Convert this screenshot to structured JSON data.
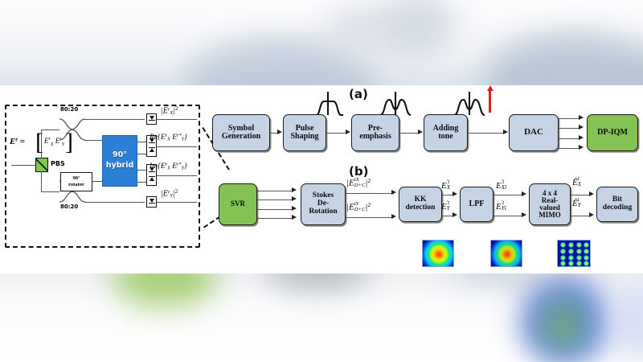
{
  "figure": {
    "panel_a_label": "(a)",
    "panel_b_label": "(b)"
  },
  "receiver_frontend": {
    "input_symbol": "E",
    "input_sup": "r",
    "vector_top": "E",
    "vector_top_sub": "X",
    "vector_top_sup": "r",
    "vector_bot": "E",
    "vector_bot_sub": "Y",
    "vector_bot_sup": "r",
    "pbs_label": "PBS",
    "rotator_line1": "90",
    "rotator_line2": "rotator",
    "hybrid_line1": "90",
    "hybrid_line2": "hybrid",
    "coupler_top_label": "80:20",
    "coupler_bottom_label": "80:20",
    "outputs": [
      "|E rX|2",
      "Re{E rX E rY*}",
      "Im{E rX E rY*}",
      "|E rY|2"
    ]
  },
  "transmitter_chain": {
    "blocks": [
      {
        "id": "symbol-generation",
        "line1": "Symbol",
        "line2": "Generation",
        "color": "blue"
      },
      {
        "id": "pulse-shaping",
        "line1": "Pulse",
        "line2": "Shaping",
        "color": "blue"
      },
      {
        "id": "pre-emphasis",
        "line1": "Pre-",
        "line2": "emphasis",
        "color": "blue"
      },
      {
        "id": "adding-tone",
        "line1": "Adding",
        "line2": "tone",
        "color": "blue"
      },
      {
        "id": "dac",
        "line1": "DAC",
        "line2": "",
        "color": "blue"
      },
      {
        "id": "dp-iqm",
        "line1": "DP-IQM",
        "line2": "",
        "color": "green"
      }
    ],
    "spectrum_labels": [
      "flat-spectrum",
      "pre-emphasized-spectrum",
      "spectrum-with-pilot-tone"
    ],
    "dac_output_count": 4
  },
  "receiver_dsp_chain": {
    "blocks": [
      {
        "id": "svr",
        "line1": "SVR",
        "line2": "",
        "line3": "",
        "color": "green"
      },
      {
        "id": "stokes-de-rotation",
        "line1": "Stokes",
        "line2": "De-",
        "line3": "Rotation",
        "color": "blue"
      },
      {
        "id": "kk-detection",
        "line1": "KK",
        "line2": "detection",
        "line3": "",
        "color": "blue"
      },
      {
        "id": "lpf",
        "line1": "LPF",
        "line2": "",
        "line3": "",
        "color": "blue"
      },
      {
        "id": "mimo",
        "line1": "4 x 4",
        "line2": "Real-",
        "line3": "valued",
        "line4": "MIMO",
        "color": "blue"
      },
      {
        "id": "bit-decoding",
        "line1": "Bit",
        "line2": "decoding",
        "line3": "",
        "color": "blue"
      }
    ],
    "signal_labels": {
      "stokes_out_top": "|E tXD+C|2",
      "stokes_out_bot": "|E tYD+C|2",
      "kk_out_top": "E 'tX",
      "kk_out_bot": "E 'tY",
      "lpf_out_top": "E 'tXl",
      "lpf_out_bot": "E 'tYl",
      "mimo_out_top": "E^ tX",
      "mimo_out_bot": "E^ tY"
    },
    "insets": [
      {
        "id": "constellation-before-mimo-x",
        "type": "gaussian-heatmap"
      },
      {
        "id": "constellation-before-mimo-y",
        "type": "gaussian-heatmap"
      },
      {
        "id": "constellation-16qam",
        "type": "qam-grid-heatmap",
        "grid": 4
      }
    ]
  },
  "colors": {
    "block_blue": "#c5d3e4",
    "block_green": "#84c254",
    "hybrid_blue": "#2b7fd4",
    "pbs_green": "#7ec850",
    "outline": "#1b1b1b",
    "pilot_tone_red": "#e02020",
    "heatmap_bg": "#0712a0"
  }
}
